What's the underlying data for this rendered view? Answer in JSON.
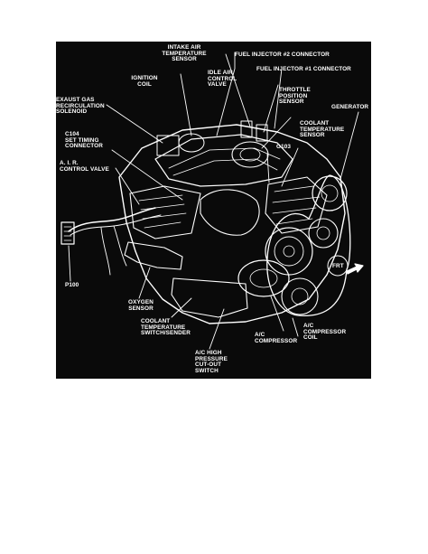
{
  "diagram": {
    "colors": {
      "background": "#0a0a0a",
      "linework": "#ffffff",
      "page": "#ffffff"
    },
    "labels": {
      "intake_air_temp": "INTAKE AIR\nTEMPERATURE\nSENSOR",
      "fuel_injector_2": "FUEL INJECTOR #2 CONNECTOR",
      "fuel_injector_1": "FUEL INJECTOR #1 CONNECTOR",
      "ignition_coil": "IGNITION\nCOIL",
      "idle_air_control": "IDLE AIR\nCONTROL\nVALVE",
      "throttle_position": "THROTTLE\nPOSITION\nSENSOR",
      "generator": "GENERATOR",
      "egr_solenoid": "EXAUST GAS\nRECIRCULATION\nSOLENOID",
      "coolant_temp_sensor": "COOLANT\nTEMPERATURE\nSENSOR",
      "c104": "C104\nSET TIMING\nCONNECTOR",
      "g103": "G103",
      "air_control_valve": "A. I. R.\nCONTROL VALVE",
      "p100": "P100",
      "oxygen_sensor": "OXYGEN\nSENSOR",
      "frt": "FRT",
      "coolant_temp_switch": "COOLANT\nTEMPERATURE\nSWITCH/SENDER",
      "ac_compressor_coil": "A/C\nCOMPRESSOR\nCOIL",
      "ac_compressor": "A/C\nCOMPRESSOR",
      "ac_high_pressure": "A/C HIGH\nPRESSURE\nCUT-OUT\nSWITCH"
    }
  }
}
